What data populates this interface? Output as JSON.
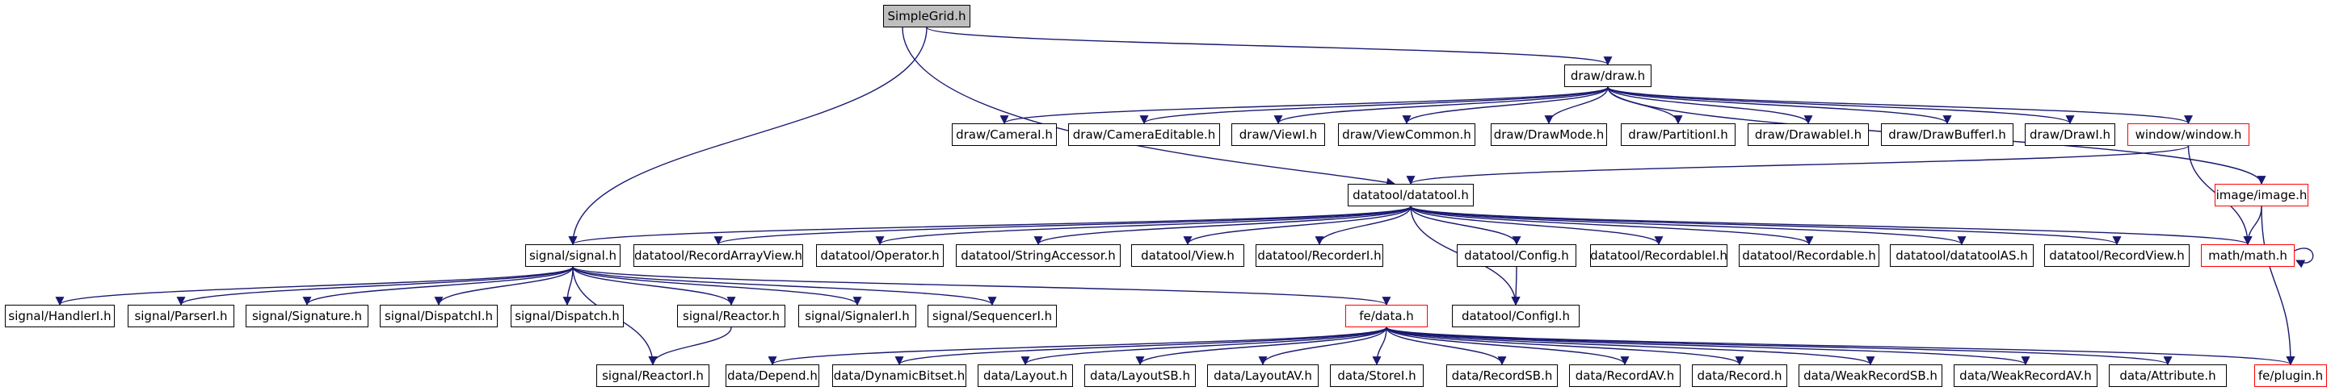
{
  "colors": {
    "edge": "#191970",
    "incomplete_border": "#ff0000",
    "root_fill": "#bfbfbf"
  },
  "nodes": {
    "simplegrid": "SimpleGrid.h",
    "draw": "draw/draw.h",
    "cameraI": "draw/CameraI.h",
    "cameraEditable": "draw/CameraEditable.h",
    "viewI": "draw/ViewI.h",
    "viewCommon": "draw/ViewCommon.h",
    "drawMode": "draw/DrawMode.h",
    "partitionI": "draw/PartitionI.h",
    "drawableI": "draw/DrawableI.h",
    "drawBufferI": "draw/DrawBufferI.h",
    "drawI": "draw/DrawI.h",
    "window": "window/window.h",
    "image": "image/image.h",
    "datatool": "datatool/datatool.h",
    "signal": "signal/signal.h",
    "recordArrayView": "datatool/RecordArrayView.h",
    "operator": "datatool/Operator.h",
    "stringAccessor": "datatool/StringAccessor.h",
    "dtView": "datatool/View.h",
    "recorderI": "datatool/RecorderI.h",
    "config": "datatool/Config.h",
    "recordableI": "datatool/RecordableI.h",
    "recordable": "datatool/Recordable.h",
    "datatoolAS": "datatool/datatoolAS.h",
    "recordView": "datatool/RecordView.h",
    "math": "math/math.h",
    "handlerI": "signal/HandlerI.h",
    "parserI": "signal/ParserI.h",
    "signature": "signal/Signature.h",
    "dispatchI": "signal/DispatchI.h",
    "dispatch": "signal/Dispatch.h",
    "reactor": "signal/Reactor.h",
    "signalerI": "signal/SignalerI.h",
    "sequencerI": "signal/SequencerI.h",
    "fedata": "fe/data.h",
    "configI": "datatool/ConfigI.h",
    "reactorI": "signal/ReactorI.h",
    "depend": "data/Depend.h",
    "dynamicBitset": "data/DynamicBitset.h",
    "layout": "data/Layout.h",
    "layoutSB": "data/LayoutSB.h",
    "layoutAV": "data/LayoutAV.h",
    "storeI": "data/StoreI.h",
    "recordSB": "data/RecordSB.h",
    "recordAV": "data/RecordAV.h",
    "record": "data/Record.h",
    "weakRecordSB": "data/WeakRecordSB.h",
    "weakRecordAV": "data/WeakRecordAV.h",
    "attribute": "data/Attribute.h",
    "plugin": "fe/plugin.h"
  }
}
